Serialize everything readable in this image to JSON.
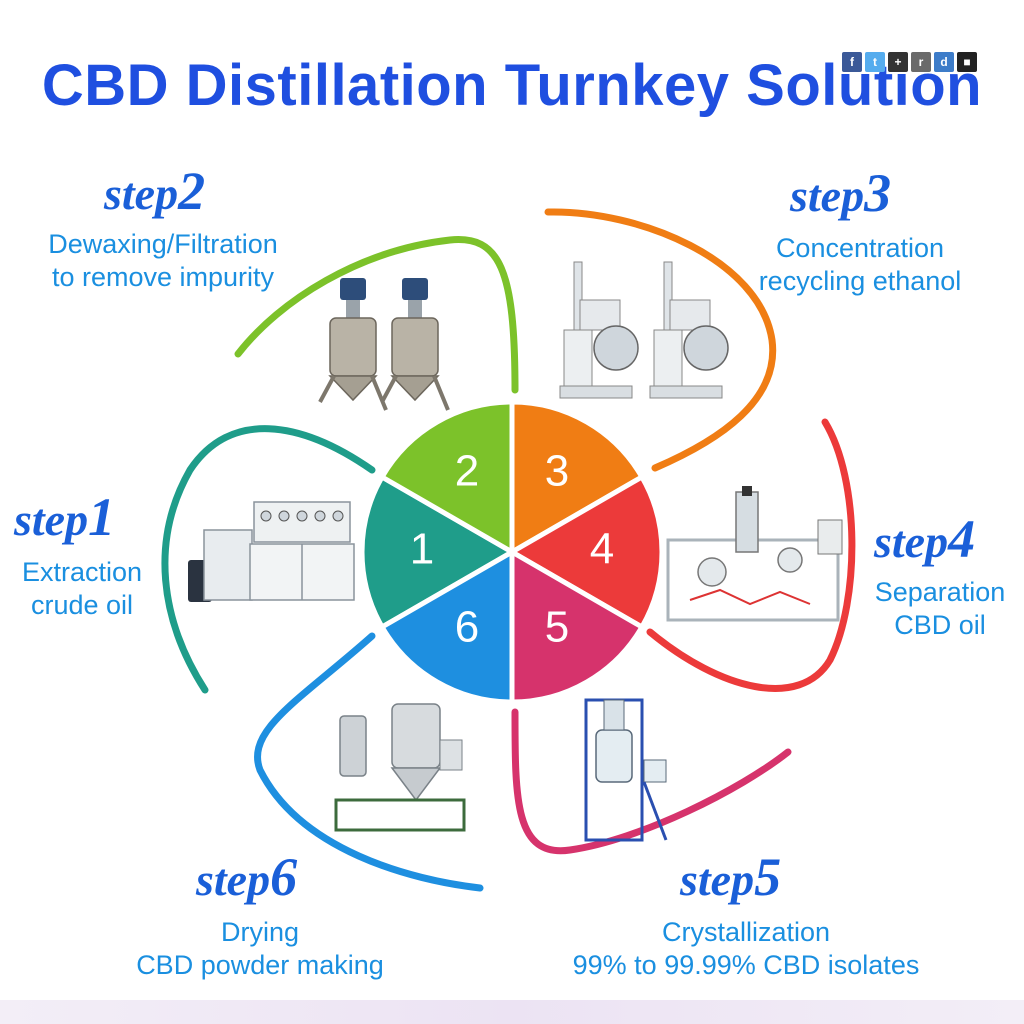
{
  "title": "CBD Distillation Turnkey Solution",
  "share_icons": [
    {
      "name": "facebook-icon",
      "glyph": "f",
      "color": "#3b5998"
    },
    {
      "name": "twitter-icon",
      "glyph": "t",
      "color": "#55acee"
    },
    {
      "name": "google-plus-icon",
      "glyph": "+",
      "color": "#333333"
    },
    {
      "name": "reddit-icon",
      "glyph": "r",
      "color": "#6a6a6a"
    },
    {
      "name": "digg-icon",
      "glyph": "d",
      "color": "#3d7cc9"
    },
    {
      "name": "delicious-icon",
      "glyph": "■",
      "color": "#222222"
    }
  ],
  "steps": [
    {
      "id": 1,
      "step_word": "step",
      "number": "1",
      "lines": [
        "Extraction",
        "crude oil"
      ],
      "color": "#1f9d8a",
      "machine": "extraction-machine"
    },
    {
      "id": 2,
      "step_word": "step",
      "number": "2",
      "lines": [
        "Dewaxing/Filtration",
        "to remove impurity"
      ],
      "color": "#7cc22a",
      "machine": "filtration-reactor"
    },
    {
      "id": 3,
      "step_word": "step",
      "number": "3",
      "lines": [
        "Concentration",
        "recycling ethanol"
      ],
      "color": "#f07d14",
      "machine": "rotary-evaporator"
    },
    {
      "id": 4,
      "step_word": "step",
      "number": "4",
      "lines": [
        "Separation",
        "CBD oil"
      ],
      "color": "#ec3a3a",
      "machine": "molecular-distillation"
    },
    {
      "id": 5,
      "step_word": "step",
      "number": "5",
      "lines": [
        "Crystallization",
        "99% to 99.99% CBD isolates"
      ],
      "color": "#d6336c",
      "machine": "crystallization-reactor"
    },
    {
      "id": 6,
      "step_word": "step",
      "number": "6",
      "lines": [
        "Drying",
        "CBD powder making"
      ],
      "color": "#1e8fe0",
      "machine": "spray-dryer"
    }
  ]
}
